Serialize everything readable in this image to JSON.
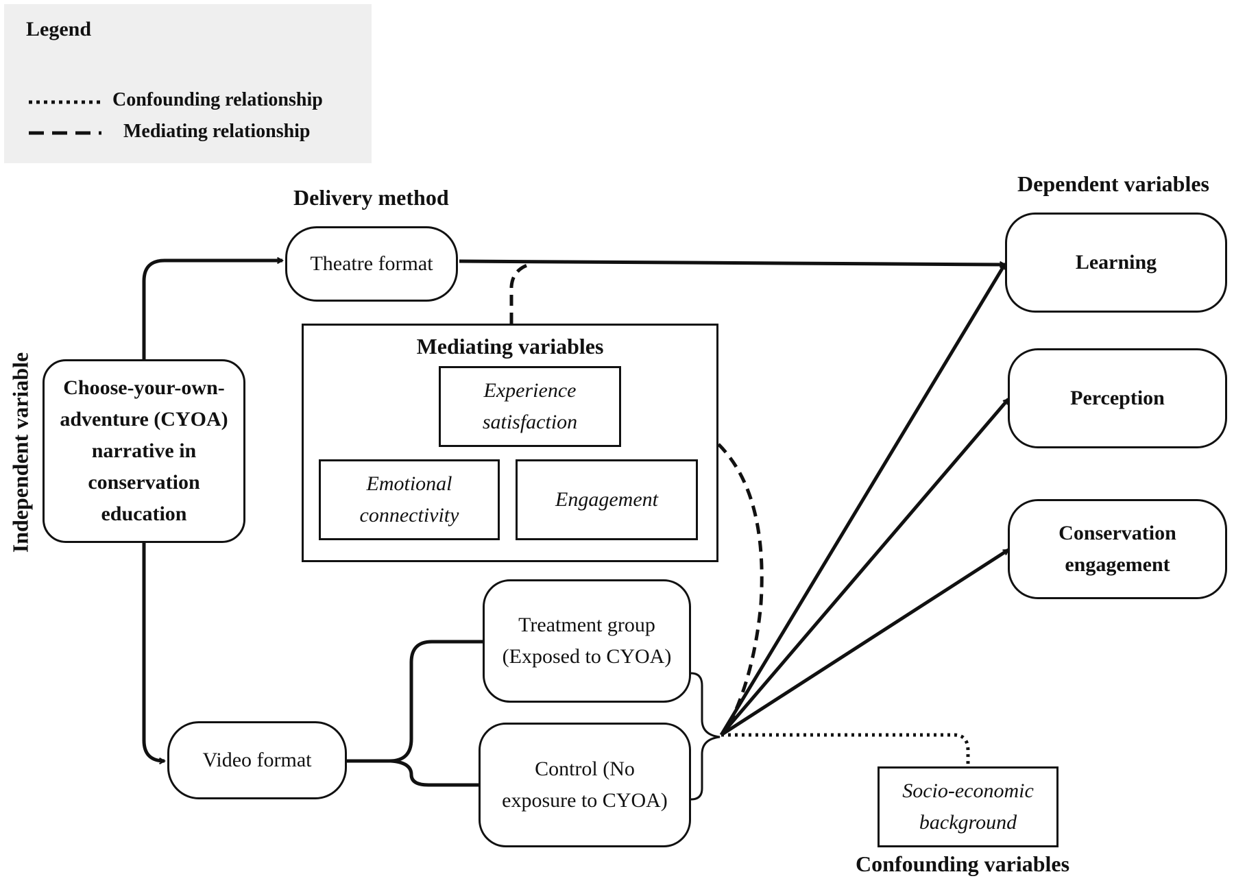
{
  "legend": {
    "title": "Legend",
    "confounding": "Confounding relationship",
    "mediating": "Mediating relationship"
  },
  "labels": {
    "delivery_method": "Delivery method",
    "dependent_variables": "Dependent variables",
    "independent_variable": "Independent variable",
    "mediating_variables": "Mediating variables",
    "confounding_variables": "Confounding variables"
  },
  "nodes": {
    "cyoa": "Choose-your-own-adventure (CYOA) narrative in conservation education",
    "theatre": "Theatre format",
    "video": "Video format",
    "treatment": "Treatment group (Exposed to CYOA)",
    "control": "Control (No exposure to CYOA)",
    "experience": "Experience satisfaction",
    "emotional": "Emotional connectivity",
    "engagement": "Engagement",
    "learning": "Learning",
    "perception": "Perception",
    "conservation": "Conservation engagement",
    "socio": "Socio-economic background"
  }
}
